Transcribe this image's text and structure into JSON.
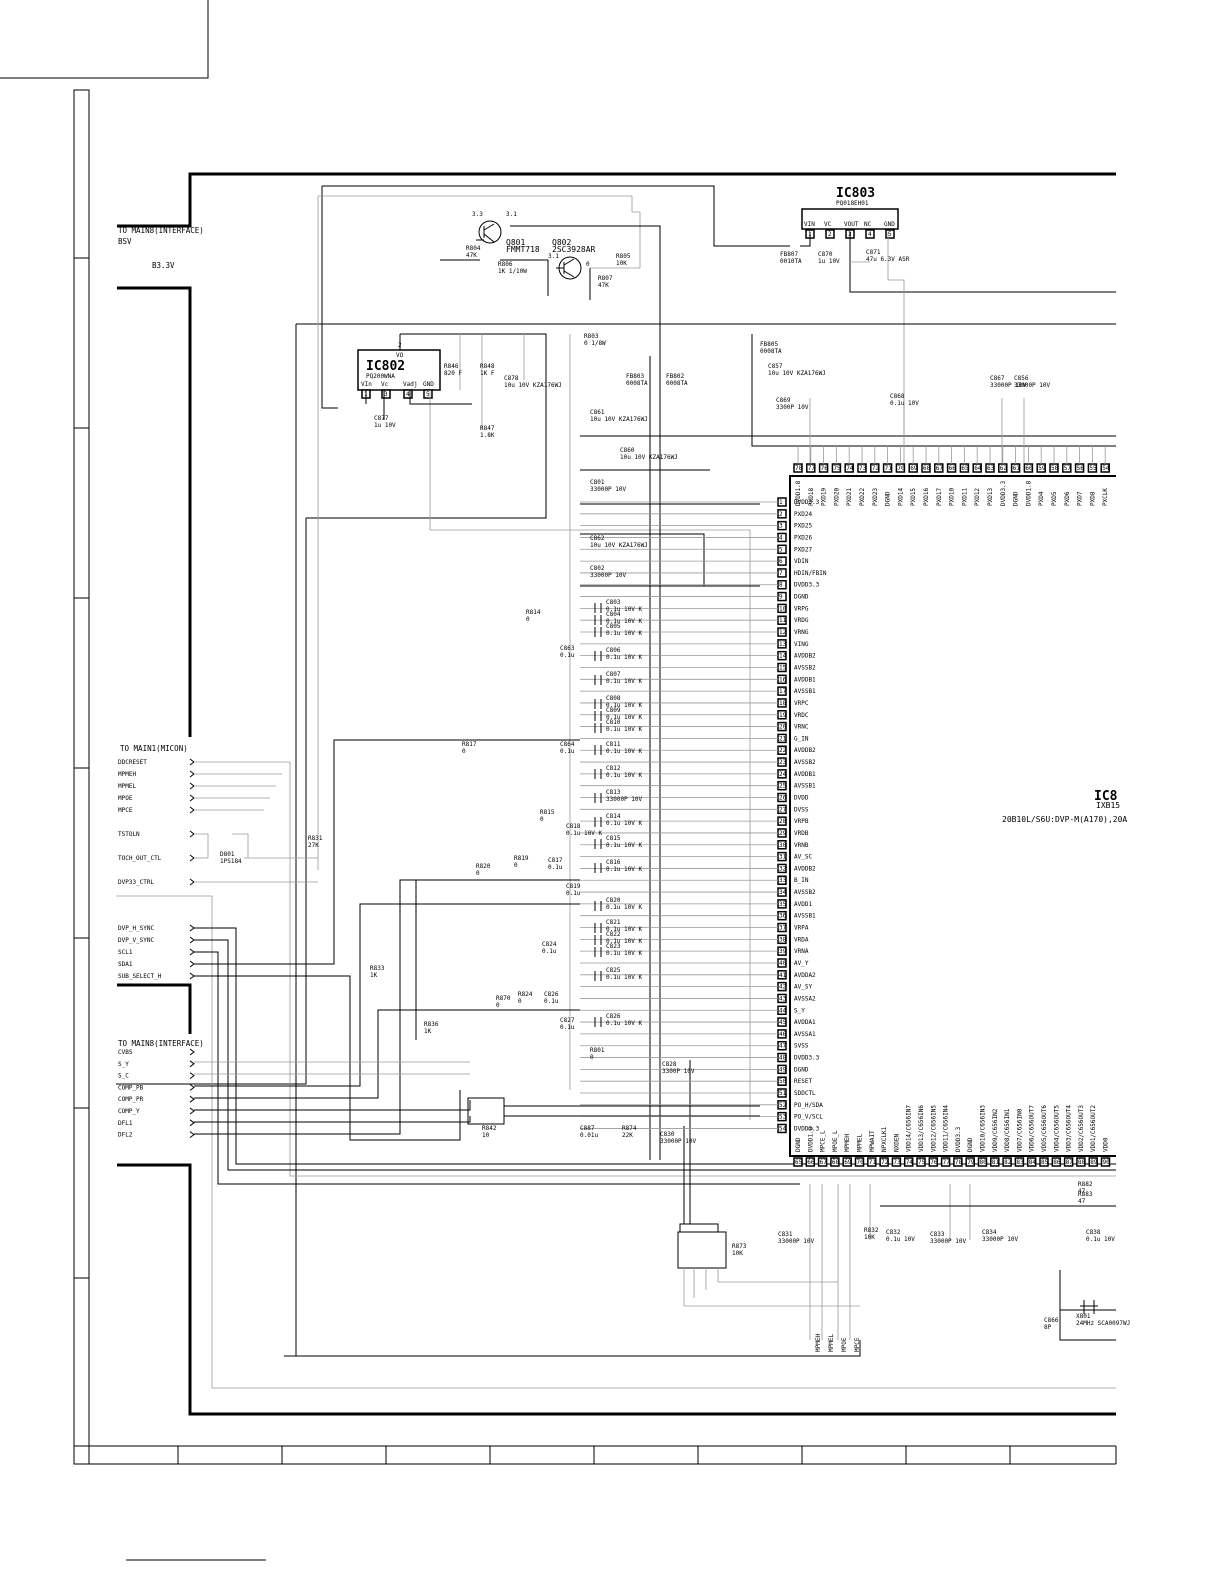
{
  "connectors": {
    "mains_interface_top": {
      "title": "TO MAIN8(INTERFACE)",
      "pins": [
        "BSV",
        "B3.3V"
      ]
    },
    "main1_micon": {
      "title": "TO MAIN1(MICON)",
      "pins": [
        "DDCRESET",
        "MPMEH",
        "MPMEL",
        "MPOE",
        "MPCE",
        "TSTOLN",
        "TOCH_OUT_CTL",
        "DVP33_CTRL",
        "DVP_H_SYNC",
        "DVP_V_SYNC",
        "SCL1",
        "SDA1",
        "SUB_SELECT_H"
      ]
    },
    "mains_interface_bottom": {
      "title": "TO MAIN8(INTERFACE)",
      "pins": [
        "CVBS",
        "S_Y",
        "S_C",
        "COMP_PB",
        "COMP_PR",
        "COMP_Y",
        "DFL1",
        "DFL2"
      ]
    }
  },
  "ics": {
    "ic803": {
      "ref": "IC803",
      "part": "PQ018EH01",
      "pins": [
        "VIN",
        "VC",
        "VOUT",
        "NC",
        "GND"
      ],
      "pin_numbers": [
        "1",
        "2",
        "3",
        "4",
        "5"
      ]
    },
    "ic802": {
      "ref": "IC802",
      "part": "PQ200WNA",
      "vo": "VO",
      "vo_pin": "2",
      "pins": [
        "VIn",
        "Vc",
        "Vadj",
        "GND"
      ],
      "pin_numbers": [
        "1",
        "3",
        "4",
        "5"
      ]
    },
    "ic801": {
      "ref": "IC8",
      "part": "IXB15",
      "note": "20B10L/S6U:DVP-M(A170),20A",
      "left_pins": [
        "DVDD3.3",
        "PXD24",
        "PXD25",
        "PXD26",
        "PXD27",
        "VDIN",
        "HDIN/FBIN",
        "DVDD3.3",
        "DGND",
        "VRPG",
        "VRDG",
        "VRNG",
        "VING",
        "AVDDB2",
        "AVSSB2",
        "AVDDB1",
        "AVSSB1",
        "VRPC",
        "VRDC",
        "VRNC",
        "G_IN",
        "AVDDB2",
        "AVSSB2",
        "AVDDB1",
        "AVSSB1",
        "DVDD",
        "DVSS",
        "VRPB",
        "VRDB",
        "VRNB",
        "AV_SC",
        "AVDDB2",
        "B_IN",
        "AVSSB2",
        "AVDD1",
        "AVSSB1",
        "VRPA",
        "VRDA",
        "VRNA",
        "AV_Y",
        "AVDDA2",
        "AV_SY",
        "AVSSA2",
        "S_Y",
        "AVDDA1",
        "AVSSA1",
        "SVSS",
        "DVDD3.3",
        "DGND",
        "RESET",
        "SDDCTL",
        "PO_H/SDA",
        "PO_V/SCL",
        "DVDD3.3"
      ],
      "top_pins": [
        "DVDD1.8",
        "PXD18",
        "PXD19",
        "PXD20",
        "PXD21",
        "PXD22",
        "PXD23",
        "DGND",
        "PXD14",
        "PXD15",
        "PXD16",
        "PXD17",
        "PXD10",
        "PXD11",
        "PXD12",
        "PXD13",
        "DVDD3.3",
        "DGND",
        "DVDD1.8",
        "PXD4",
        "PXD5",
        "PXD6",
        "PXD7",
        "PXD8",
        "PXCLK"
      ],
      "top_pin_numbers": [
        "78",
        "77",
        "76",
        "75",
        "74",
        "73",
        "72",
        "71",
        "70",
        "69",
        "68",
        "67",
        "66",
        "65",
        "64",
        "63",
        "62",
        "61",
        "60",
        "59",
        "58",
        "57",
        "56",
        "55",
        "54"
      ],
      "bottom_pins": [
        "DGND",
        "DVDD1.8",
        "MPCE_L",
        "MPOE_L",
        "MPMEH",
        "MPMEL",
        "MPWAIT",
        "NPXCLK1",
        "NXDEN",
        "VDD14/C656IN7",
        "VDD13/C656IN6",
        "VDD12/C656IN5",
        "VDD11/C656IN4",
        "DVDD3.3",
        "DGND",
        "VDD10/C656IN3",
        "VDD9/C656IN2",
        "VDD8/C656IN1",
        "VDD7/C656IN0",
        "VDD6/C656OUT7",
        "VDD5/C656OUT6",
        "VDD4/C656OUT5",
        "VDD3/C656OUT4",
        "VDD2/C656OUT3",
        "VDD1/C656OUT2",
        "VDD0"
      ],
      "bottom_pin_numbers": [
        "65",
        "66",
        "67",
        "68",
        "69",
        "70",
        "71",
        "72",
        "73",
        "74",
        "75",
        "76",
        "77",
        "78",
        "79",
        "80",
        "81",
        "82",
        "83",
        "84",
        "85",
        "86",
        "87",
        "88",
        "89",
        "90"
      ]
    }
  },
  "transistors": {
    "q801": {
      "ref": "Q801",
      "part": "FMMT718",
      "v1": "3.3",
      "v2": "3.1"
    },
    "q802": {
      "ref": "Q802",
      "part": "2SC3928AR",
      "v1": "3.1",
      "v2": "0"
    }
  },
  "components": {
    "top": [
      {
        "ref": "R804",
        "value": "47K"
      },
      {
        "ref": "R806",
        "value": "1K 1/10W"
      },
      {
        "ref": "R805",
        "value": "10K"
      },
      {
        "ref": "R807",
        "value": "47K"
      },
      {
        "ref": "FB807",
        "value": "0010TA"
      },
      {
        "ref": "C870",
        "value": "1u 10V"
      },
      {
        "ref": "C871",
        "value": "47u 6.3V ASR"
      },
      {
        "ref": "R803",
        "value": "0 1/8W"
      },
      {
        "ref": "FB805",
        "value": "0008TA"
      },
      {
        "ref": "C857",
        "value": "10u 10V KZA176WJ"
      },
      {
        "ref": "C869",
        "value": "3300P 10V"
      },
      {
        "ref": "C868",
        "value": "0.1u 10V"
      },
      {
        "ref": "C867",
        "value": "33000P 10V"
      },
      {
        "ref": "C856",
        "value": "33000P 10V"
      },
      {
        "ref": "R846",
        "value": "820 F"
      },
      {
        "ref": "R848",
        "value": "1K F"
      },
      {
        "ref": "R847",
        "value": "1.8K"
      },
      {
        "ref": "C878",
        "value": "10u 10V KZA176WJ"
      },
      {
        "ref": "C877",
        "value": "1u 10V"
      },
      {
        "ref": "FB803",
        "value": "0008TA"
      },
      {
        "ref": "FB802",
        "value": "0008TA"
      },
      {
        "ref": "C861",
        "value": "10u 10V KZA176WJ"
      },
      {
        "ref": "C860",
        "value": "10u 10V KZA176WJ"
      },
      {
        "ref": "C801",
        "value": "33000P 10V"
      },
      {
        "ref": "C862",
        "value": "10u 10V KZA176WJ"
      },
      {
        "ref": "C802",
        "value": "33000P 10V"
      }
    ],
    "ladder": [
      {
        "ref": "C803",
        "value": "0.1u 10V K"
      },
      {
        "ref": "C804",
        "value": "0.1u 10V K"
      },
      {
        "ref": "C805",
        "value": "0.1u 10V K"
      },
      {
        "ref": "C806",
        "value": "0.1u 10V K"
      },
      {
        "ref": "C807",
        "value": "0.1u 10V K"
      },
      {
        "ref": "C808",
        "value": "0.1u 10V K"
      },
      {
        "ref": "C809",
        "value": "0.1u 10V K"
      },
      {
        "ref": "C810",
        "value": "0.1u 10V K"
      },
      {
        "ref": "C811",
        "value": "0.1u 10V K"
      },
      {
        "ref": "C812",
        "value": "0.1u 10V K"
      },
      {
        "ref": "C813",
        "value": "33000P 10V"
      },
      {
        "ref": "C814",
        "value": "0.1u 10V K"
      },
      {
        "ref": "C815",
        "value": "0.1u 10V K"
      },
      {
        "ref": "C816",
        "value": "0.1u 10V K"
      },
      {
        "ref": "C820",
        "value": "0.1u 10V K"
      },
      {
        "ref": "C821",
        "value": "0.1u 10V K"
      },
      {
        "ref": "C822",
        "value": "0.1u 10V K"
      },
      {
        "ref": "C823",
        "value": "0.1u 10V K"
      },
      {
        "ref": "C825",
        "value": "0.1u 10V K"
      },
      {
        "ref": "C826",
        "value": "0.1u 10V K"
      }
    ],
    "mid": [
      {
        "ref": "R814",
        "value": "0"
      },
      {
        "ref": "C863",
        "value": "0.1u"
      },
      {
        "ref": "R817",
        "value": "0"
      },
      {
        "ref": "C864",
        "value": "0.1u"
      },
      {
        "ref": "R815",
        "value": "0"
      },
      {
        "ref": "C818",
        "value": "0.1u 10V K"
      },
      {
        "ref": "R819",
        "value": "0"
      },
      {
        "ref": "R820",
        "value": "0"
      },
      {
        "ref": "C817",
        "value": "0.1u"
      },
      {
        "ref": "C819",
        "value": "0.1u"
      },
      {
        "ref": "C824",
        "value": "0.1u"
      },
      {
        "ref": "C826",
        "value": "0.1u"
      },
      {
        "ref": "R824",
        "value": "0"
      },
      {
        "ref": "R870",
        "value": "0"
      },
      {
        "ref": "C827",
        "value": "0.1u"
      },
      {
        "ref": "R833",
        "value": "1K"
      },
      {
        "ref": "R836",
        "value": "1K"
      },
      {
        "ref": "R831",
        "value": "27K"
      },
      {
        "ref": "D801",
        "value": "1PS184"
      },
      {
        "ref": "R801",
        "value": "0"
      },
      {
        "ref": "C828",
        "value": "3300P 10V"
      },
      {
        "ref": "R842",
        "value": "10"
      },
      {
        "ref": "C887",
        "value": "0.01u"
      },
      {
        "ref": "R874",
        "value": "22K"
      },
      {
        "ref": "C830",
        "value": "33000P 10V"
      }
    ],
    "bottom": [
      {
        "ref": "C831",
        "value": "33000P 10V"
      },
      {
        "ref": "R832",
        "value": "10K"
      },
      {
        "ref": "C832",
        "value": "0.1u 10V"
      },
      {
        "ref": "C833",
        "value": "33000P 10V"
      },
      {
        "ref": "C834",
        "value": "33000P 10V"
      },
      {
        "ref": "C838",
        "value": "0.1u 10V"
      },
      {
        "ref": "R873",
        "value": "10K"
      },
      {
        "ref": "R882",
        "value": "47"
      },
      {
        "ref": "R883",
        "value": "47"
      },
      {
        "ref": "X801",
        "value": "24MHz SCA0097WJ"
      },
      {
        "ref": "C866",
        "value": "8P"
      }
    ]
  },
  "bottom_bus_labels": [
    "MPMEH",
    "MPMEL",
    "MPOE",
    "MPCE"
  ]
}
